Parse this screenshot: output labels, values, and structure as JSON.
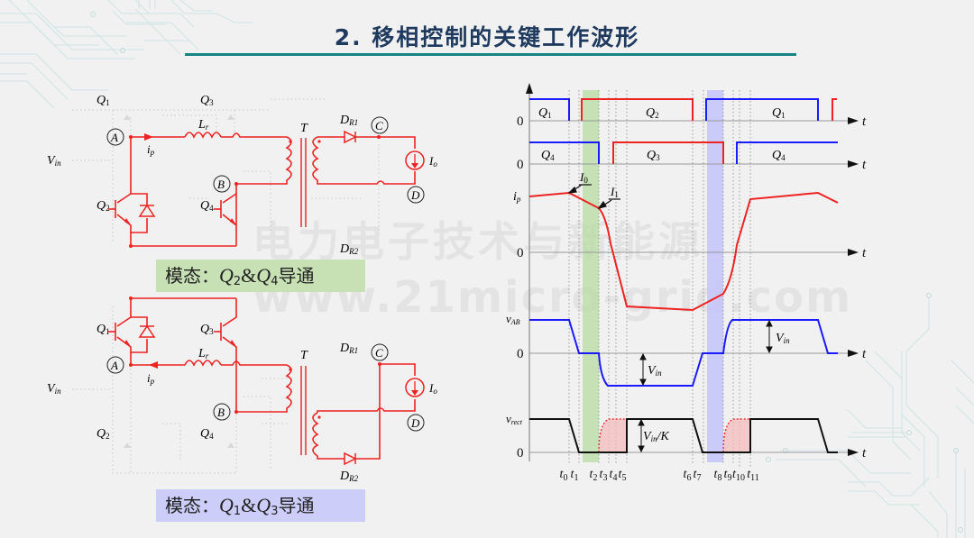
{
  "slide": {
    "title": "2. 移相控制的关键工作波形",
    "watermark_line1": "电力电子技术与新能源",
    "watermark_line2": "www.21micro-grid.com",
    "accent_color": "#138482",
    "title_color": "#1f3a5f"
  },
  "circuit_top": {
    "mode_prefix": "模态：",
    "mode_q_a": "Q",
    "mode_q_a_sub": "2",
    "mode_amp": "&",
    "mode_q_b": "Q",
    "mode_q_b_sub": "4",
    "mode_suffix": "导通",
    "mode_color": "#c7e0b4",
    "labels": {
      "q1": "Q",
      "q1_sub": "1",
      "q2": "Q",
      "q2_sub": "2",
      "q3": "Q",
      "q3_sub": "3",
      "q4": "Q",
      "q4_sub": "4",
      "vin": "V",
      "vin_sub": "in",
      "lr": "L",
      "lr_sub": "r",
      "ip": "i",
      "ip_sub": "p",
      "t": "T",
      "dr1": "D",
      "dr1_sub": "R1",
      "dr2": "D",
      "dr2_sub": "R2",
      "io": "I",
      "io_sub": "o",
      "node_a": "A",
      "node_b": "B",
      "node_c": "C",
      "node_d": "D"
    },
    "active_color": "#ee2222"
  },
  "circuit_bottom": {
    "mode_prefix": "模态：",
    "mode_q_a": "Q",
    "mode_q_a_sub": "1",
    "mode_amp": "&",
    "mode_q_b": "Q",
    "mode_q_b_sub": "3",
    "mode_suffix": "导通",
    "mode_color": "#cccdf8",
    "labels": {
      "q1": "Q",
      "q1_sub": "1",
      "q2": "Q",
      "q2_sub": "2",
      "q3": "Q",
      "q3_sub": "3",
      "q4": "Q",
      "q4_sub": "4",
      "vin": "V",
      "vin_sub": "in",
      "lr": "L",
      "lr_sub": "r",
      "ip": "i",
      "ip_sub": "p",
      "t": "T",
      "dr1": "D",
      "dr1_sub": "R1",
      "dr2": "D",
      "dr2_sub": "R2",
      "io": "I",
      "io_sub": "o",
      "node_a": "A",
      "node_b": "B",
      "node_c": "C",
      "node_d": "D"
    }
  },
  "waveforms": {
    "axis_zero_label": "0",
    "time_axis_label": "t",
    "time_marks": [
      "t0",
      "t1",
      "t2",
      "t3",
      "t4",
      "t5",
      "t6",
      "t7",
      "t8",
      "t9",
      "t10",
      "t11"
    ],
    "rows": [
      {
        "name": "gate-q1-q2",
        "segments": [
          {
            "label": "Q",
            "sub": "1",
            "color": "#1a1aff"
          },
          {
            "label": "Q",
            "sub": "2",
            "color": "#ee2222"
          },
          {
            "label": "Q",
            "sub": "1",
            "color": "#1a1aff"
          }
        ]
      },
      {
        "name": "gate-q4-q3",
        "segments": [
          {
            "label": "Q",
            "sub": "4",
            "color": "#1a1aff"
          },
          {
            "label": "Q",
            "sub": "3",
            "color": "#ee2222"
          },
          {
            "label": "Q",
            "sub": "4",
            "color": "#1a1aff"
          }
        ]
      },
      {
        "name": "ip",
        "label": "i",
        "sub": "p",
        "color": "#ee2222",
        "annotations": [
          {
            "label": "I",
            "sub": "0"
          },
          {
            "label": "I",
            "sub": "1"
          }
        ]
      },
      {
        "name": "vab",
        "label": "v",
        "sub": "AB",
        "color": "#1a1aff",
        "amplitude_label": "V",
        "amplitude_sub": "in"
      },
      {
        "name": "vrect",
        "label": "v",
        "sub": "rect",
        "color": "#111111",
        "amplitude_label": "V",
        "amplitude_sub": "in",
        "amplitude_suffix": "/K"
      }
    ],
    "highlight_intervals": [
      {
        "from": "t1",
        "to": "t2",
        "color": "#b5dba0"
      },
      {
        "from": "t7",
        "to": "t8",
        "color": "#c4c4fb"
      }
    ]
  }
}
